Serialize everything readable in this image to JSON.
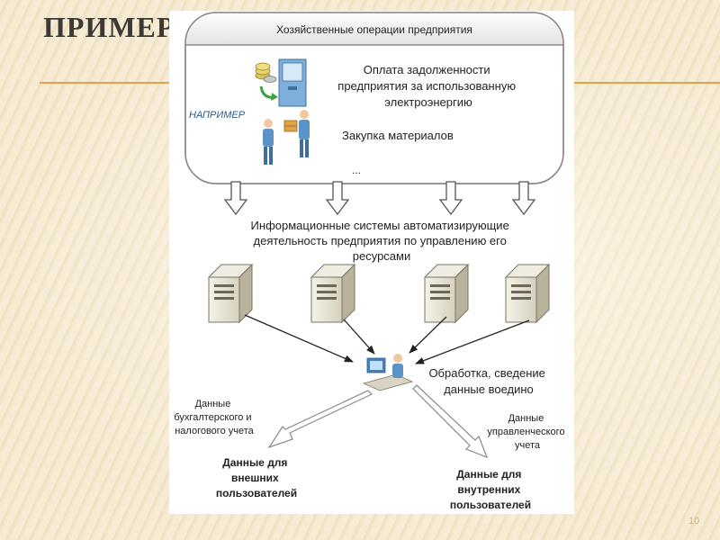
{
  "slide": {
    "title": "ПРИМЕР",
    "page_number": "10"
  },
  "diagram": {
    "header": "Хозяйственные операции предприятия",
    "example_label": "НАПРИМЕР",
    "operations": [
      [
        "Оплата задолженности",
        "предприятия за использованную",
        "электроэнергию"
      ],
      [
        "Закупка материалов"
      ]
    ],
    "ellipsis": "...",
    "info_systems": [
      "Информационные системы автоматизирующие",
      "деятельность предприятия по управлению его",
      "ресурсами"
    ],
    "processing": [
      "Обработка, сведение",
      "данные воедино"
    ],
    "left_flow_label": [
      "Данные",
      "бухгалтерского и",
      "налогового учета"
    ],
    "right_flow_label": [
      "Данные",
      "управленческого",
      "учета"
    ],
    "external_target": [
      "Данные для",
      "внешних",
      "пользователей"
    ],
    "internal_target": [
      "Данные для",
      "внутренних",
      "пользователей"
    ]
  },
  "colors": {
    "accent_rule": "#e3a24a",
    "box_stroke": "#8a8a8a",
    "text": "#222222",
    "person": "#5b93c9",
    "server": "#d9d4c4"
  }
}
